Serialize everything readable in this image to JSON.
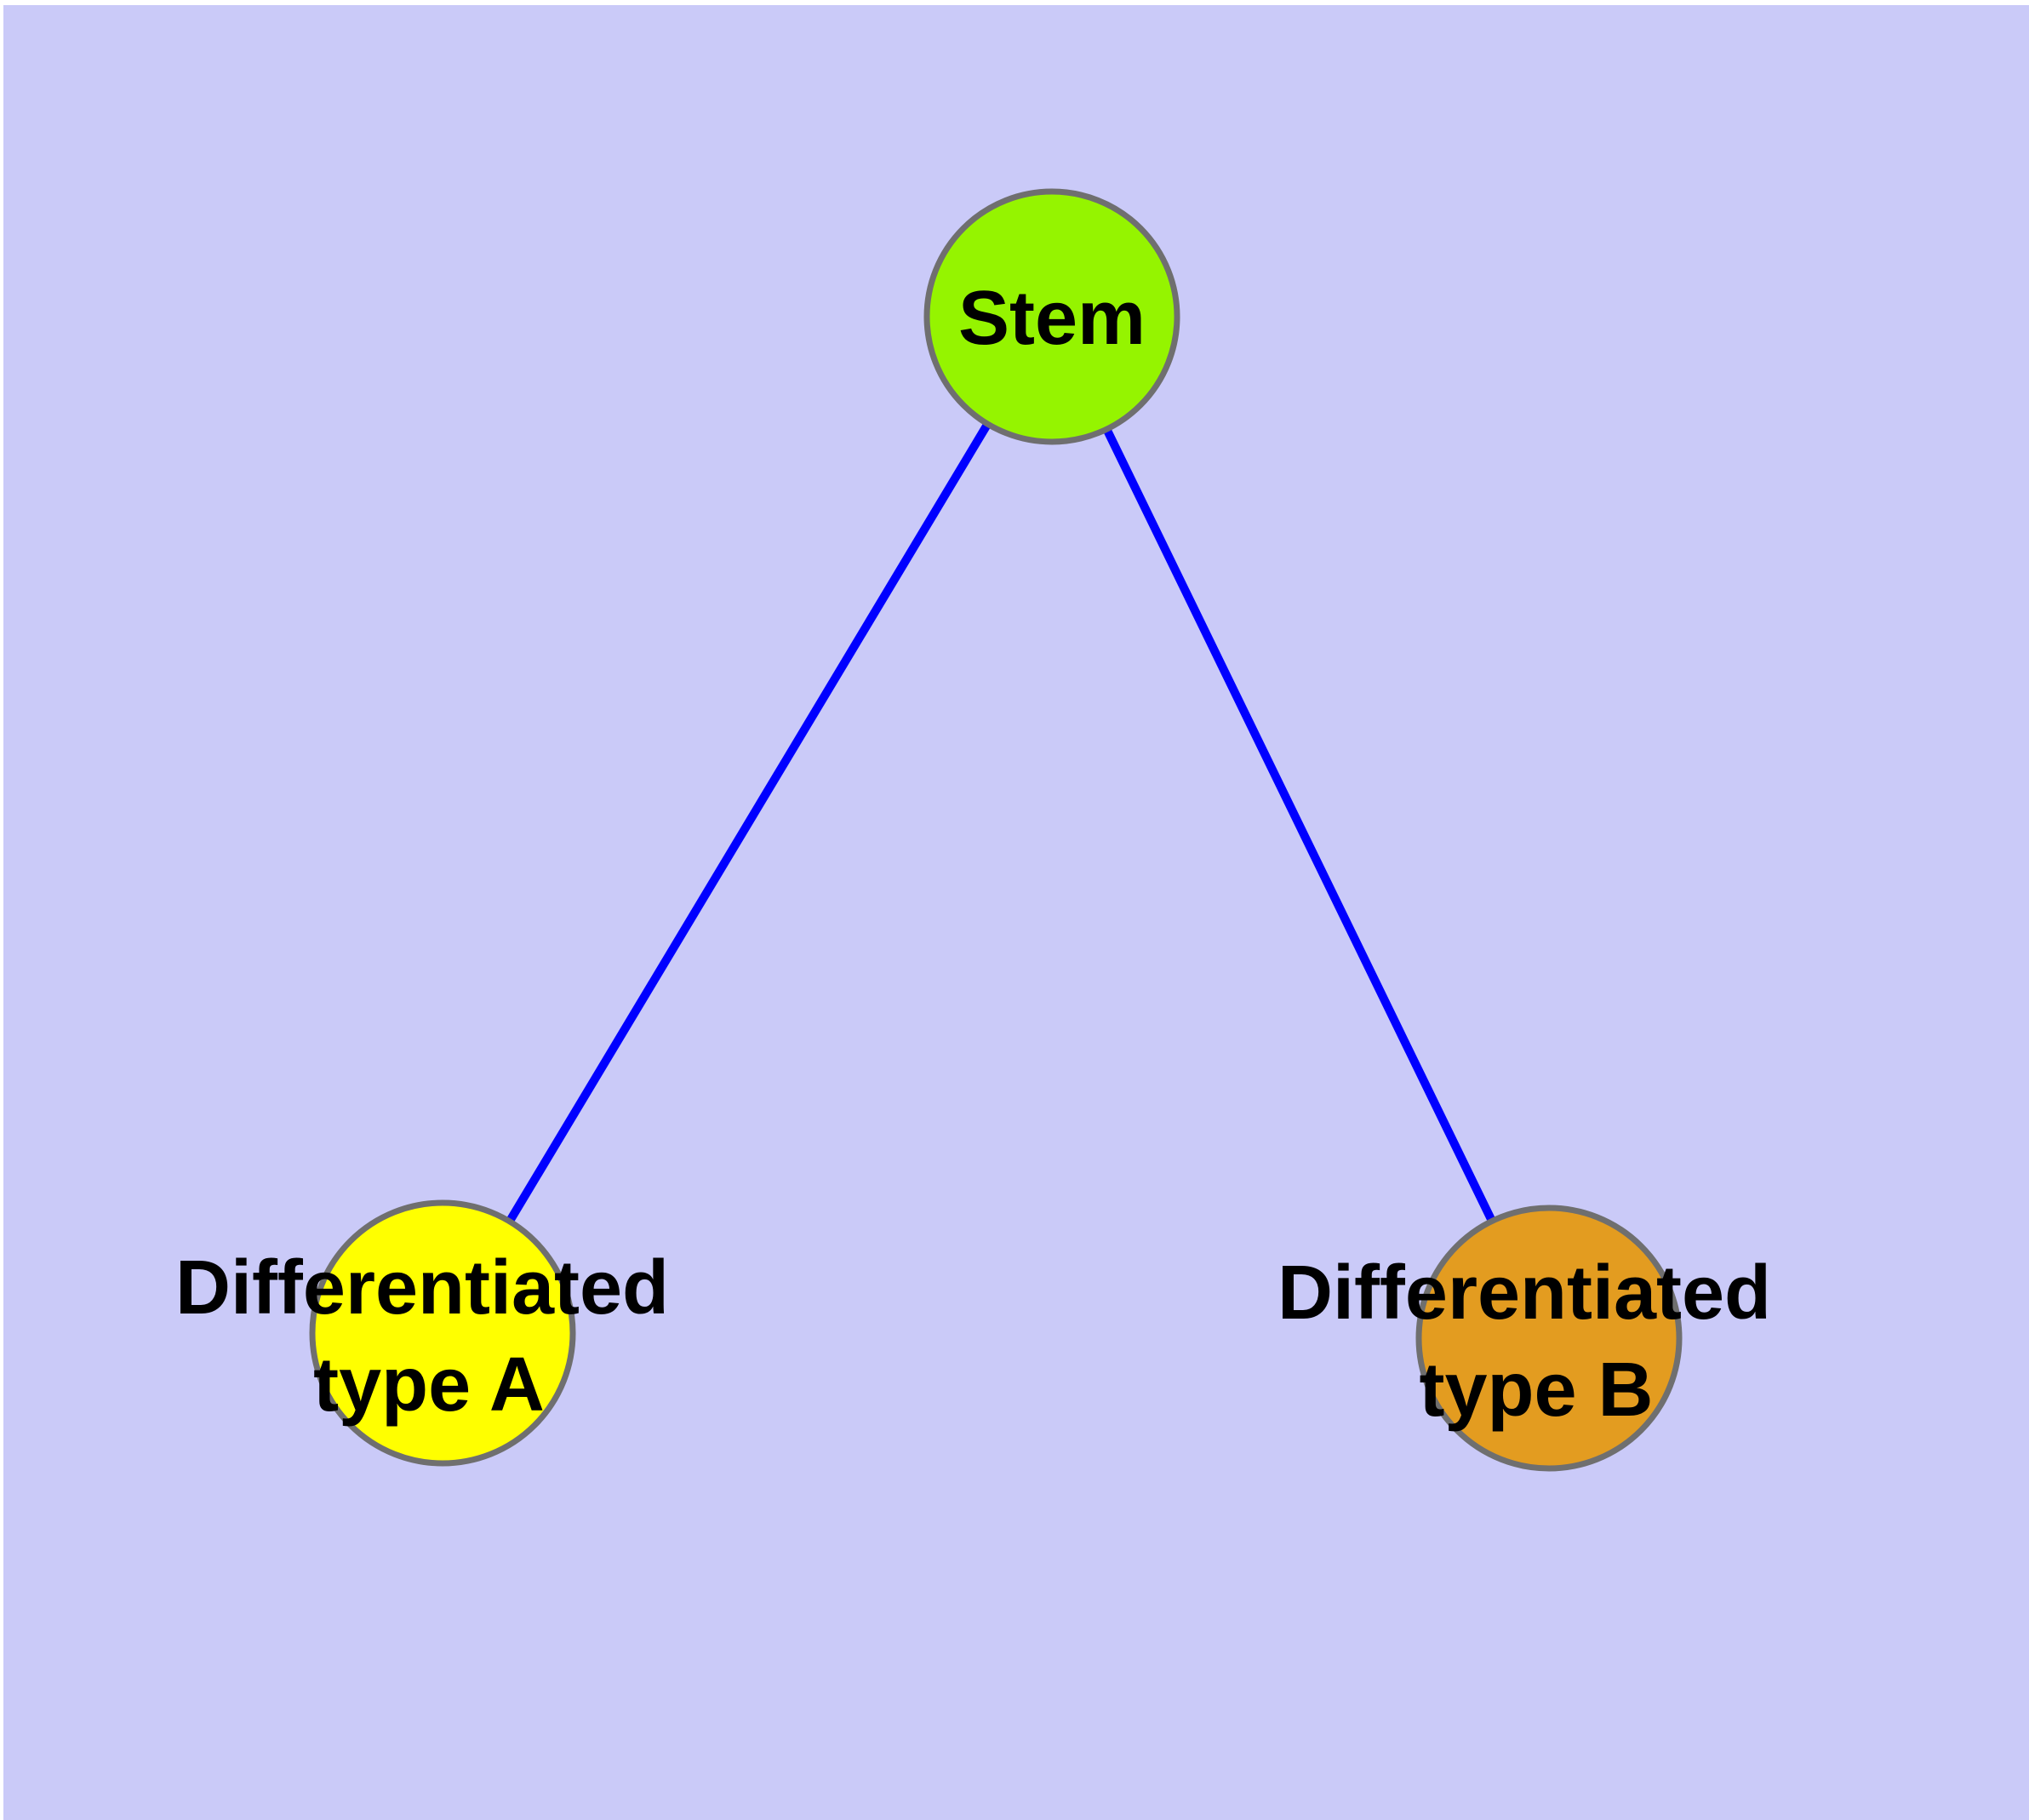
{
  "diagram": {
    "type": "graph",
    "colors": {
      "background": "#CACAF8",
      "page_margin": "#FFFFFF",
      "edge": "#0000FF",
      "node_border": "#6F6F6F",
      "label": "#000000"
    },
    "nodes": [
      {
        "id": "stem",
        "label": "Stem",
        "label_lines": [
          "Stem"
        ],
        "fill": "#95F400"
      },
      {
        "id": "differentiated-type-a",
        "label": "Differentiated type A",
        "label_lines": [
          "Differentiated",
          "type A"
        ],
        "fill": "#FFFF00"
      },
      {
        "id": "differentiated-type-b",
        "label": "Differentiated type B",
        "label_lines": [
          "Differentiated",
          "type B"
        ],
        "fill": "#E39C20"
      }
    ],
    "edges": [
      {
        "from": "Stem",
        "to": "Differentiated type A"
      },
      {
        "from": "Stem",
        "to": "Differentiated type B"
      }
    ]
  }
}
